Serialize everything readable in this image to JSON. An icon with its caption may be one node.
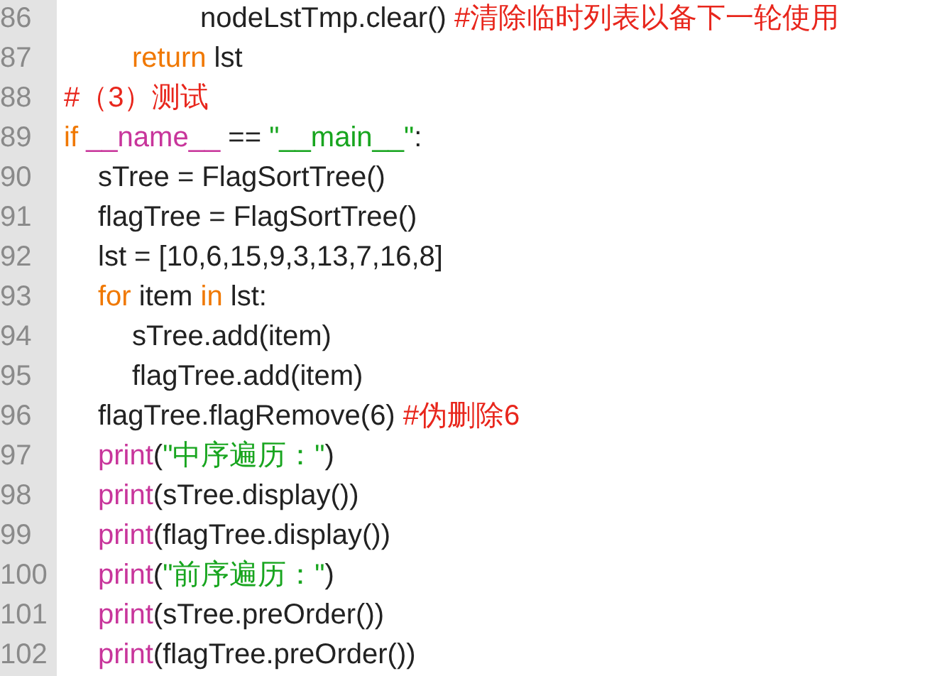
{
  "diagram": {
    "labels": [
      "86",
      "nodeLstTmp.clear() #清除临时列表以备下一轮使用",
      "87",
      "return lst",
      "88",
      "#（3）测试",
      "89",
      "if __name__ == \"__main__\":",
      "90",
      "sTree = FlagSortTree()",
      "91",
      "flagTree = FlagSortTree()",
      "92",
      "lst = [10,6,15,9,3,13,7,16,8]",
      "93",
      "for item in lst:",
      "94",
      "sTree.add(item)",
      "95",
      "flagTree.add(item)",
      "96",
      "flagTree.flagRemove(6) #伪删除6",
      "97",
      "print(\"中序遍历：\")",
      "98",
      "print(sTree.display())",
      "99",
      "print(flagTree.display())",
      "100",
      "print(\"前序遍历：\")",
      "101",
      "print(sTree.preOrder())",
      "102",
      "print(flagTree.preOrder())"
    ]
  }
}
